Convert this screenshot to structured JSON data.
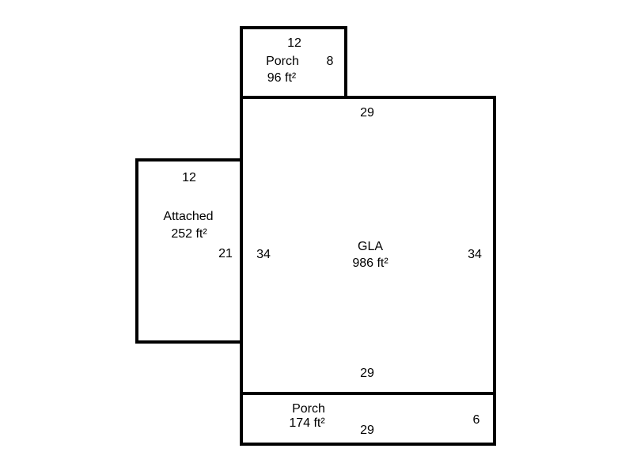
{
  "sketch": {
    "colors": {
      "background": "#ffffff",
      "wall_line": "#000000",
      "text": "#000000"
    },
    "rooms": {
      "top_porch": {
        "name": "Porch",
        "area": "96 ft²",
        "top_dim": "12",
        "right_dim": "8"
      },
      "attached": {
        "name": "Attached",
        "area": "252 ft²",
        "top_dim": "12",
        "right_dim": "21"
      },
      "gla": {
        "name": "GLA",
        "area": "986 ft²",
        "top_dim": "29",
        "left_dim": "34",
        "right_dim": "34",
        "bottom_dim": "29"
      },
      "bottom_porch": {
        "name": "Porch",
        "area": "174 ft²",
        "bottom_dim": "29",
        "right_dim": "6"
      }
    }
  }
}
